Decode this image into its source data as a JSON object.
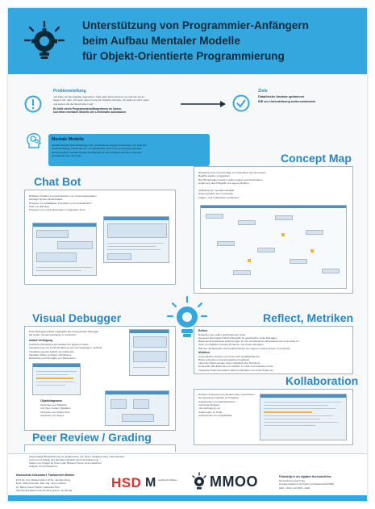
{
  "header": {
    "title_lines": [
      "Unterstützung von Programmier-Anfängern",
      "beim Aufbau Mentaler Modelle",
      "für Objekt-Orientierte Programmierung"
    ]
  },
  "problem": {
    "heading": "Problemstellung",
    "lines": [
      "„Ich habe mir die Aufgabe angesehen, habe aber keine Ahnung, wo und wie ich an-",
      "fangen soll“ oder „Ich weiß, was ich eine für Schleife schreibe, ich weiß nur nicht, wann",
      "und warum ich die hinschreiben soll.“"
    ],
    "bold_lines": [
      "Es fehlt vielen ProgrammieranfängerInnen an klaren,",
      "korrekten mentalen Modelle der Lerninhalte aufzubauen."
    ]
  },
  "ziele": {
    "heading": "Ziele",
    "lines": [
      "Didaktische Ansätze optimieren",
      "IDE zur Unterstützung weiterentwickeln"
    ]
  },
  "mentale": {
    "heading": "Mentale Modelle",
    "lines": [
      "Mentale Modelle bilden Abbildungen der verschiedenen Programmierkonzepte ab, auch ihre",
      "Zusammenhänge, sowohl den Ist- und Soll-Zustand, wenn man ein Konzept verwendet.",
      "Die Konstruktion mentaler Modelle ist abhängig von den Vorwissen und den Lernenden",
      "Vorstellungen der Lernenden."
    ]
  },
  "chatbot": {
    "heading": "Chat Bot",
    "bullets": [
      "Einfacher Chatbot zum Durchsuchen von Vorlesungsinhalten",
      "Wichtige System-Befehlssätze",
      "Hinweise zur Auffälligkeit: Kompiliert- und Laufzeitfehler?",
      "Hilfe zum Einstieg",
      "Hinweise von und Verlinkungen zu folgenden Infos"
    ]
  },
  "concept_map": {
    "heading": "Concept Map",
    "bullets": [
      "Erstellung einer Concept Map zum Abschluss des Semesters",
      "Begriffe werden vorgegeben",
      "Hier Beziehungen werden selbst ergänzt und beschrieben",
      "Ergänzung durch Begriffe und eigene Notizen"
    ],
    "bullets2": [
      "Abbildung der mentalen Modelle",
      "Dokumentation des Lernstands",
      "Fragen, sind Unklarheiten aufdecken"
    ]
  },
  "debugger": {
    "heading": "Visual Debugger",
    "bullets": [
      "Nicht Debugging direkt zugänglich als professionelle Debugger",
      "Mit Codes, Zusammenhänge zu verstehen"
    ],
    "subheading": "Ablauf Verfolgung",
    "sub_bullets": [
      "Grafische Darstellung des Ablaufs der eigenen Codes",
      "Visualisierung von Kontrollstrukturen wie Verzweigungen, Schleife",
      "Visualisierung des Aufrufs von Methoden",
      "Variablen Werte verfolgen schrittweise",
      "Rückwärts und Übergabe von Parametern"
    ],
    "subheading2": "Objektdiagramm",
    "sub_bullets2": [
      "Verstehen von Objekten",
      "und ihren Instanz-Variablen",
      "Verstehen von Referenzen",
      "Verstehen von Arrays"
    ]
  },
  "reflect": {
    "heading": "Reflect, Metriken",
    "subheading": "Reflect",
    "bullets": [
      "Reflektion des selber geschriebenen Code",
      "Generiert automatisch Abbruchbegriffe für gewünschte Code Passagen",
      "Bietet ausschnittsweise Einkürzungen für die verschiedenen Einzelelemente Code Zeile an",
      "Kann an mögliche Konzept-Probleme von Code anknüpfen",
      "Hilft den Studierenden die Funktionsweise des eigenen Codes besser zu verstehen"
    ],
    "subheading2": "Metriken",
    "bullets2": [
      "Automatische Analyse von Code nach Qualitätskriterien",
      "Bietet schnelles und automatisches Feedback",
      "Liefert den Betreuenden einen Überblick über Probleme",
      "Unterstützt das Erkennen von Fehlern in Code und erarbeiten Code",
      "Integrierter Auto-Formatierer lädt zum Erstellen von Code Styles ein"
    ]
  },
  "kollaboration": {
    "heading": "Kollaboration",
    "bullets": [
      "Direkten Austausch von Studierenden unterstützen",
      "Gemeinsames Arbeiten an Projekten",
      "Austauschen von Tastaturkürzeln",
      "und Code-Snippets",
      "Live-Verfolgung von",
      "Änderungen im Code",
      "Austauschen von Projektdaten"
    ]
  },
  "peer": {
    "heading": "Peer Review / Grading",
    "bullets": [
      "Gegenseitige Begutachtung von Ergebnissen von Peers (Studierenden) untereinander",
      "Lernen und Aufbau des Mentalen Modells durch Verbalisierung",
      "Stellen von Fragen an Peers oder Betreuer*innen stets erleichtert",
      "Analyse zur Prüfungsform"
    ]
  },
  "footer": {
    "institution_heading": "Hochschule Düsseldorf, Fachbereich Medien",
    "authors": [
      "Prof. Dr.-Ing. Markus Dahm, M.Sc. Jennifer Ross,",
      "B.Sc. Marcus Kohler, Dipl.-Ing. Jens Lambert,",
      "Dr. Maria, Dana Hiddell, Katharina Hiss,",
      "(M) Pamela Balas (Ceri Dunberg Essen, Sondrink)"
    ],
    "logo_hsd": "HSD",
    "logo_mi": "M",
    "logo_mi_caption": "Fachbereich Medien",
    "logo_mmoo": "MMOO",
    "funding_heading": "Fellowship in der digitalen Hochschullehre",
    "funding_lines": [
      "Die Förderung durch das",
      "Landesministerium für Kultur und Wissenschaft NRW",
      "2021 - 2022, und 2019 - 2020"
    ]
  },
  "colors": {
    "brand_blue": "#35a7df",
    "heading_blue": "#2a86c4",
    "accent_orange": "#f4b13d"
  },
  "icons": [
    "bulb-gear-icon",
    "exclamation-icon",
    "check-icon",
    "head-gears-icon",
    "arrow-right-icon"
  ]
}
